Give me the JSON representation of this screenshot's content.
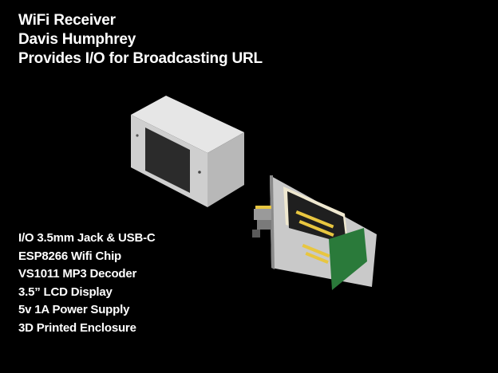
{
  "slide": {
    "background_color": "#000000",
    "text_color": "#ffffff",
    "title_lines": [
      "WiFi Receiver",
      "Davis Humphrey",
      "Provides I/O  for Broadcasting URL"
    ],
    "spec_lines": [
      "I/O 3.5mm Jack & USB-C",
      "ESP8266 Wifi Chip",
      "VS1011 MP3 Decoder",
      "3.5” LCD Display",
      "5v 1A Power Supply",
      "3D Printed Enclosure"
    ]
  },
  "colors": {
    "enclosure": "#d6d6d6",
    "screen": "#2b2b2b",
    "pcb": "#2a7a3a",
    "pin_header": "#e8c640",
    "back_plate": "#c9c9c9"
  }
}
